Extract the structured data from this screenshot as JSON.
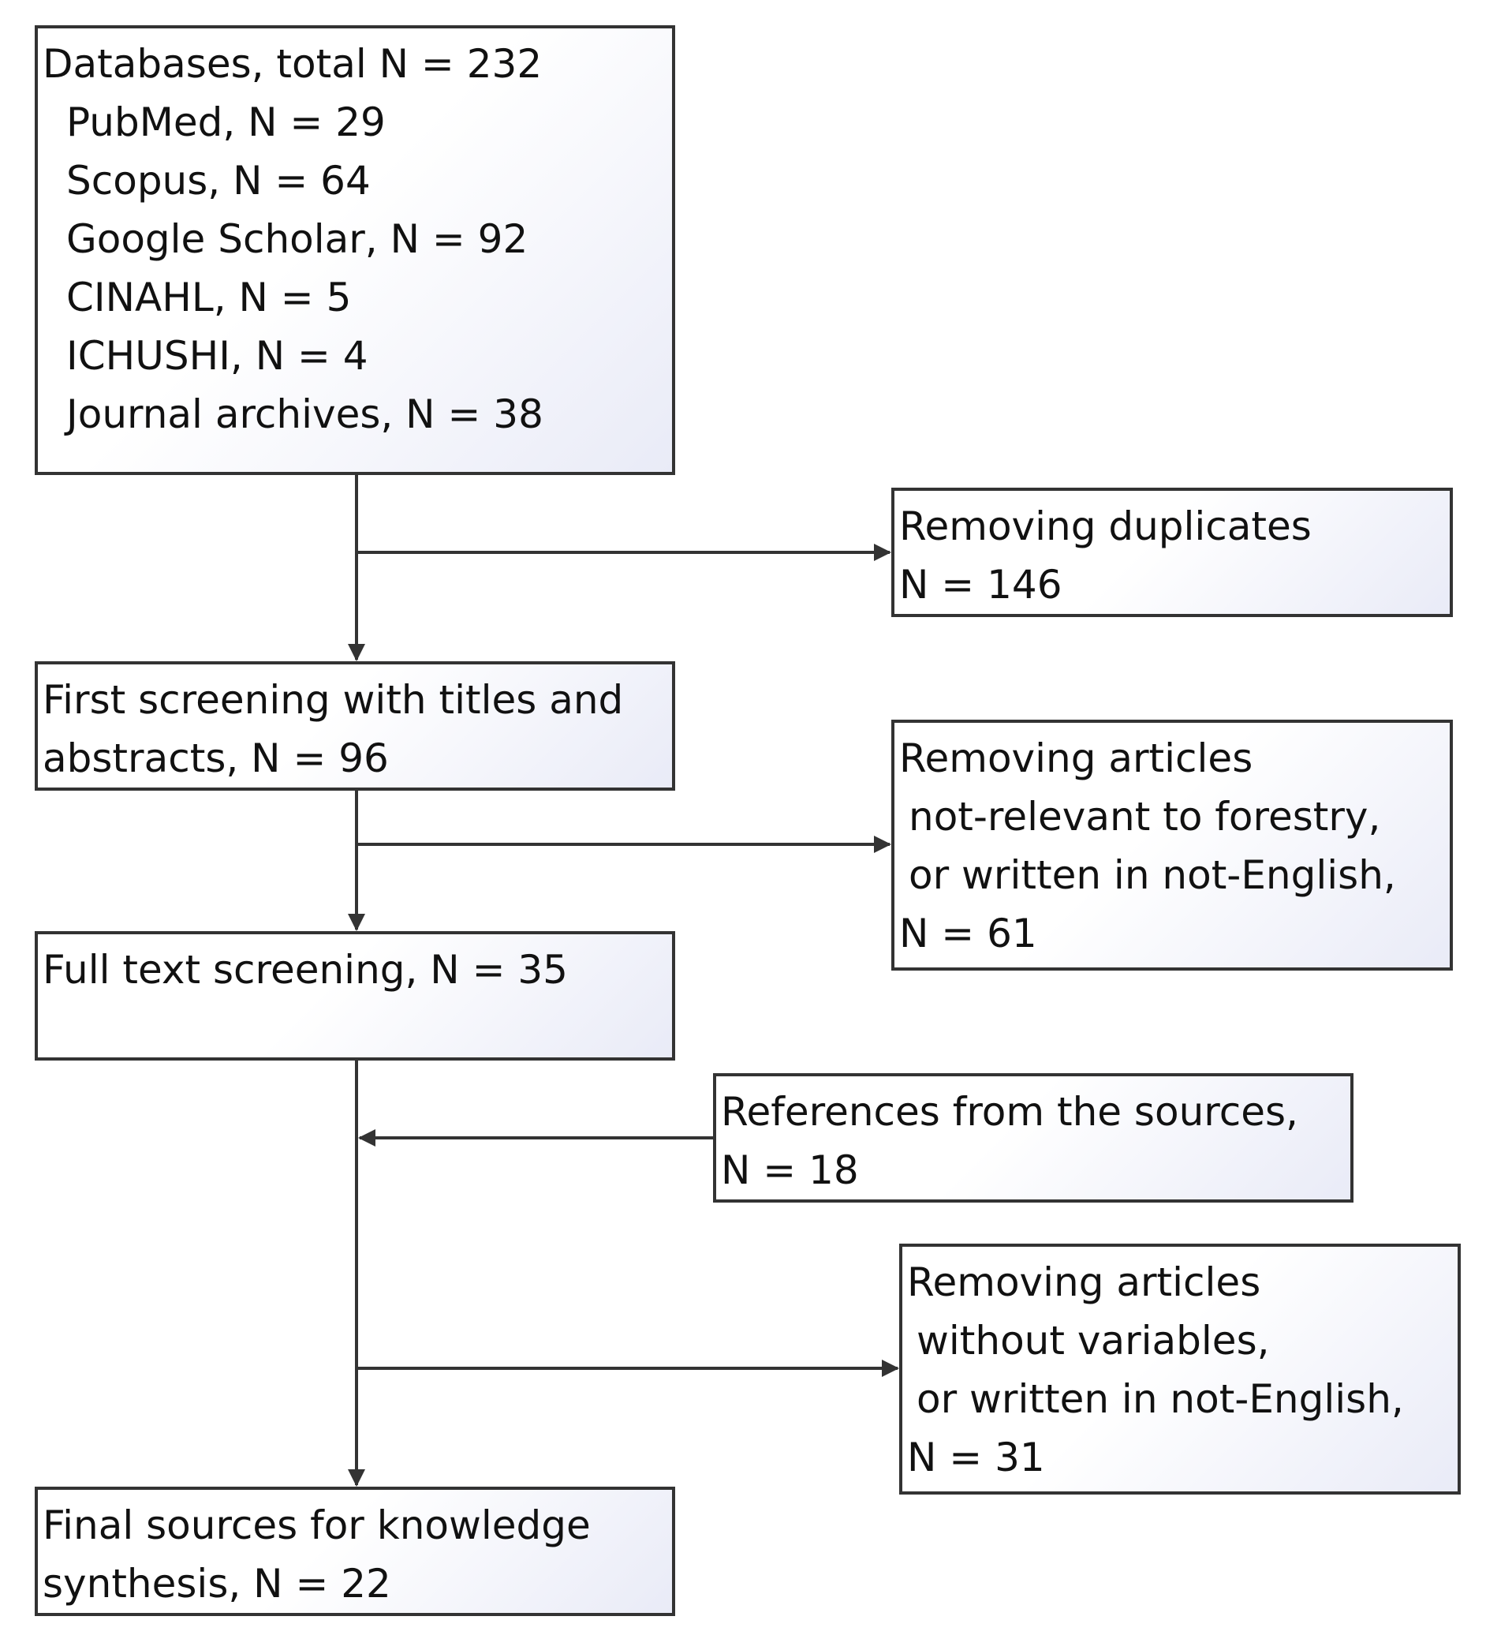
{
  "boxes": {
    "databases": {
      "lines": [
        "Databases, total N = 232",
        "PubMed, N = 29",
        "Scopus, N = 64",
        "Google Scholar, N = 92",
        "CINAHL, N = 5",
        "ICHUSHI, N = 4",
        "Journal archives, N = 38"
      ]
    },
    "duplicates": {
      "lines": [
        "Removing duplicates",
        "N = 146"
      ]
    },
    "first_screening": {
      "lines": [
        "First screening with titles and",
        "abstracts, N = 96"
      ]
    },
    "removing_not_relevant": {
      "lines": [
        "Removing articles",
        "not-relevant to forestry,",
        "or written in not-English,",
        "N = 61"
      ]
    },
    "full_text": {
      "lines": [
        "Full text screening, N = 35"
      ]
    },
    "references": {
      "lines": [
        "References from the sources,",
        "N = 18"
      ]
    },
    "removing_without_variables": {
      "lines": [
        "Removing articles",
        "without variables,",
        "or written in not-English,",
        "N = 31"
      ]
    },
    "final": {
      "lines": [
        "Final sources for knowledge",
        "synthesis, N = 22"
      ]
    }
  },
  "colors": {
    "border": "#333333",
    "arrow": "#333333",
    "box_fill_end": "#e9ebf7"
  }
}
